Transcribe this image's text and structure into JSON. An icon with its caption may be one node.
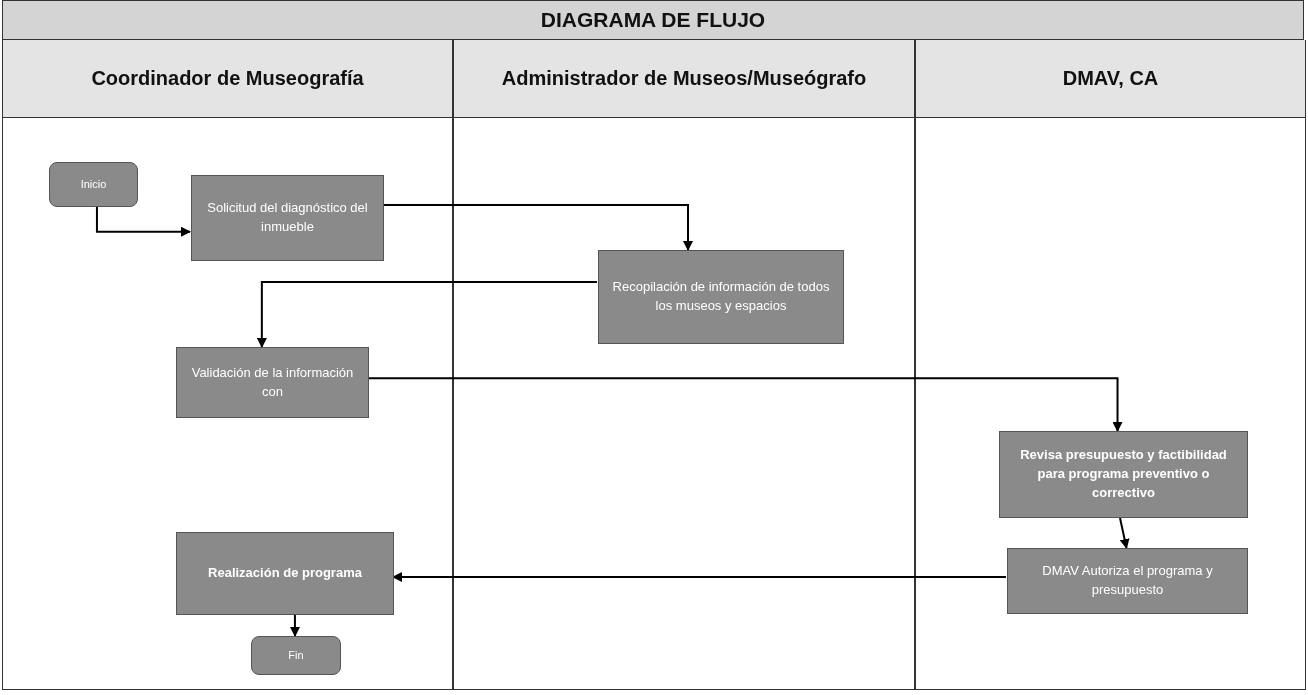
{
  "diagram": {
    "title": "DIAGRAMA DE FLUJO",
    "nodes": [
      {
        "text": [
          "Coordinador de Museografía"
        ]
      },
      {
        "text": [
          "Administrador de Museos/Museógrafo"
        ]
      },
      {
        "text": [
          "DMAV, CA"
        ]
      },
      {
        "text": [
          "Inicio"
        ],
        "in": 0
      },
      {
        "text": [
          "Solicitud del diagnóstico del inmueble"
        ],
        "in": 0
      },
      {
        "text": [
          "Recopilación de información de todos los museos y espacios"
        ],
        "in": 1
      },
      {
        "text": [
          "Validación de la información con"
        ],
        "in": 0
      },
      {
        "text": [
          "Revisa presupuesto y factibilidad para programa preventivo o correctivo"
        ],
        "in": 2
      },
      {
        "text": [
          "Realización de programa"
        ],
        "in": 0
      },
      {
        "text": [
          "DMAV Autoriza el programa y presupuesto"
        ],
        "in": 2
      },
      {
        "text": [
          "Fin"
        ],
        "in": 0
      }
    ],
    "edges": [
      {
        "from": 3,
        "to": 4,
        "arrow": "to"
      },
      {
        "from": 4,
        "to": 5,
        "arrow": "to"
      },
      {
        "from": 5,
        "to": 6,
        "arrow": "to"
      },
      {
        "from": 6,
        "to": 7,
        "arrow": "to"
      },
      {
        "from": 7,
        "to": 9,
        "arrow": "to"
      },
      {
        "from": 9,
        "to": 8,
        "arrow": "to"
      },
      {
        "from": 8,
        "to": 10,
        "arrow": "to"
      }
    ]
  }
}
